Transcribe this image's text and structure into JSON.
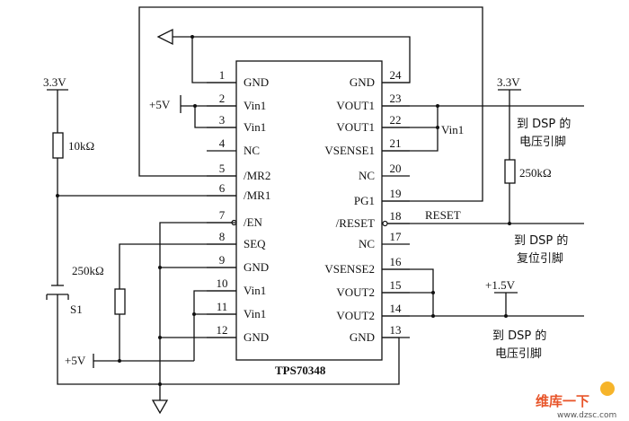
{
  "chip": {
    "name": "TPS70348",
    "pins_left": [
      {
        "num": "1",
        "label": "GND"
      },
      {
        "num": "2",
        "label": "Vin1"
      },
      {
        "num": "3",
        "label": "Vin1"
      },
      {
        "num": "4",
        "label": "NC"
      },
      {
        "num": "5",
        "label": "/MR2"
      },
      {
        "num": "6",
        "label": "/MR1"
      },
      {
        "num": "7",
        "label": "/EN"
      },
      {
        "num": "8",
        "label": "SEQ"
      },
      {
        "num": "9",
        "label": "GND"
      },
      {
        "num": "10",
        "label": "Vin1"
      },
      {
        "num": "11",
        "label": "Vin1"
      },
      {
        "num": "12",
        "label": "GND"
      }
    ],
    "pins_right": [
      {
        "num": "24",
        "label": "GND"
      },
      {
        "num": "23",
        "label": "VOUT1"
      },
      {
        "num": "22",
        "label": "VOUT1"
      },
      {
        "num": "21",
        "label": "VSENSE1"
      },
      {
        "num": "20",
        "label": "NC"
      },
      {
        "num": "19",
        "label": "PG1"
      },
      {
        "num": "18",
        "label": "/RESET"
      },
      {
        "num": "17",
        "label": "NC"
      },
      {
        "num": "16",
        "label": "VSENSE2"
      },
      {
        "num": "15",
        "label": "VOUT2"
      },
      {
        "num": "14",
        "label": "VOUT2"
      },
      {
        "num": "13",
        "label": "GND"
      }
    ]
  },
  "labels": {
    "v33_left": "3.3V",
    "v33_right": "3.3V",
    "plus5v_top": "+5V",
    "plus5v_bottom": "+5V",
    "plus15v": "+1.5V",
    "r_10k": "10kΩ",
    "r_250k_right": "250kΩ",
    "r_250k_left": "250kΩ",
    "switch": "S1",
    "vin1": "Vin1",
    "reset": "RESET",
    "dsp_voltage_1a": "到 DSP 的",
    "dsp_voltage_1b": "电压引脚",
    "dsp_reset_a": "到 DSP 的",
    "dsp_reset_b": "复位引脚",
    "dsp_voltage_2a": "到 DSP 的",
    "dsp_voltage_2b": "电压引脚"
  },
  "watermark": {
    "brand": "维库一下",
    "url": "www.dzsc.com"
  }
}
